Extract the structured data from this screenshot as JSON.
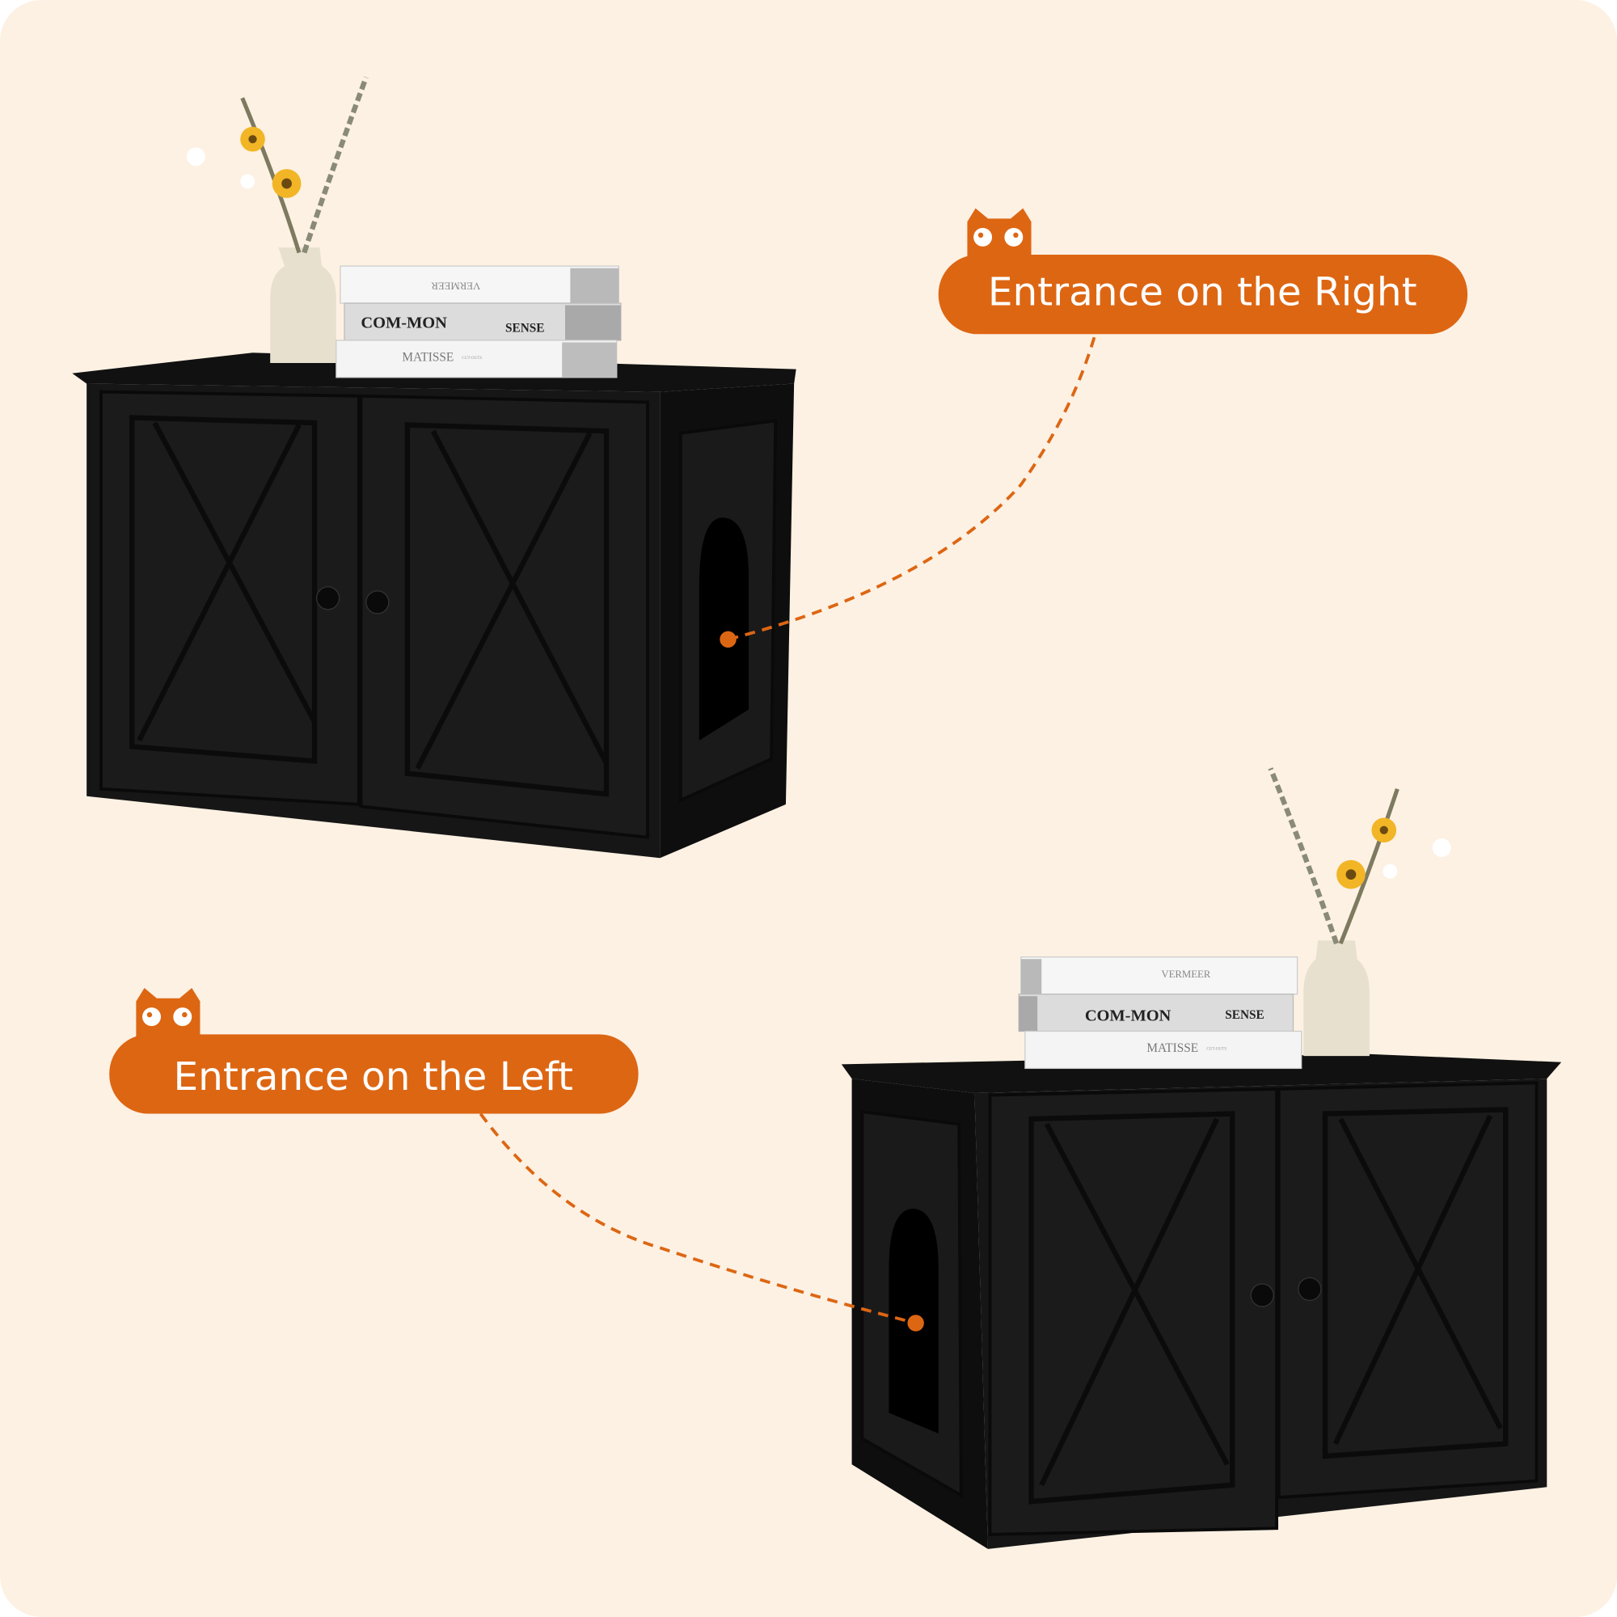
{
  "colors": {
    "background": "#fdf1e3",
    "accent": "#dd6613",
    "cabinet": "#141414",
    "cabinet_panel": "#1c1c1c"
  },
  "callouts": [
    {
      "text": "Entrance on the Right",
      "icon": "cat-face-icon"
    },
    {
      "text": "Entrance on the Left",
      "icon": "cat-face-icon"
    }
  ],
  "books": {
    "top": "VERMEER",
    "middle_left": "COM-MON",
    "middle_right": "SENSE",
    "bottom": "MATISSE",
    "bottom_small": "CUT-OUTS"
  }
}
